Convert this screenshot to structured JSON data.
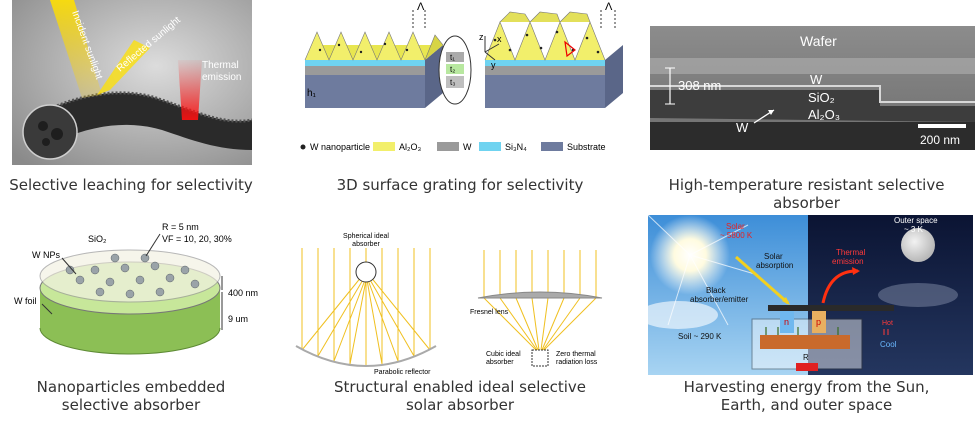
{
  "panels": [
    {
      "caption": "Selective leaching for selectivity",
      "labels": {
        "incident": "Incident sunlight",
        "reflected": "Reflected sunlight",
        "thermal": "Thermal emission"
      }
    },
    {
      "caption": "3D surface grating for selectivity",
      "labels": {
        "lambda_left": "Λ",
        "lambda_right": "Λ",
        "h1": "h₁",
        "t1": "t₁",
        "t2": "t₂",
        "t3": "t₃",
        "z": "z",
        "x": "x",
        "y": "y"
      },
      "legend": [
        "W nanoparticle",
        "Al₂O₃",
        "W",
        "Si₃N₄",
        "Substrate"
      ],
      "legend_colors": [
        "#222222",
        "#f2ef6b",
        "#9a9a9a",
        "#6fd3f0",
        "#6e7b9e"
      ]
    },
    {
      "caption": "High-temperature resistant selective absorber",
      "labels": {
        "wafer": "Wafer",
        "thickness": "308 nm",
        "w_layer": "W",
        "sio2": "SiO₂",
        "al2o3": "Al₂O₃",
        "w_arrow": "W",
        "scale": "200 nm"
      }
    },
    {
      "caption": "Nanoparticles embedded selective absorber",
      "caption_lines": [
        "Nanoparticles embedded",
        "selective absorber"
      ],
      "labels": {
        "sio2": "SiO₂",
        "r": "R = 5 nm",
        "vf": "VF = 10, 20, 30%",
        "wnps": "W NPs",
        "d400": "400 nm",
        "wfoil": "W foil",
        "d9": "9 um"
      }
    },
    {
      "caption": "Structural enabled ideal selective solar absorber",
      "caption_lines": [
        "Structural enabled ideal selective",
        "solar absorber"
      ],
      "labels": {
        "spherical": [
          "Spherical ideal",
          "absorber"
        ],
        "parabolic": "Parabolic reflector",
        "fresnel": "Fresnel lens",
        "cubic": [
          "Cubic ideal",
          "absorber"
        ],
        "zero": [
          "Zero thermal",
          "radiation loss"
        ]
      }
    },
    {
      "caption": "Harvesting energy from the Sun, Earth, and outer space",
      "caption_lines": [
        "Harvesting energy from the Sun,",
        "Earth, and outer space"
      ],
      "labels": {
        "solar": [
          "Solar",
          "~ 5800 K"
        ],
        "outer": [
          "Outer space",
          "~ 3 K"
        ],
        "solar_abs": [
          "Solar",
          "absorption"
        ],
        "thermal_em": [
          "Thermal",
          "emission"
        ],
        "black": [
          "Black",
          "absorber/emitter"
        ],
        "n": "n",
        "p": "p",
        "hot": "Hot",
        "cool": "Cool",
        "soil": "Soil ~ 290 K",
        "r": "R"
      }
    }
  ]
}
